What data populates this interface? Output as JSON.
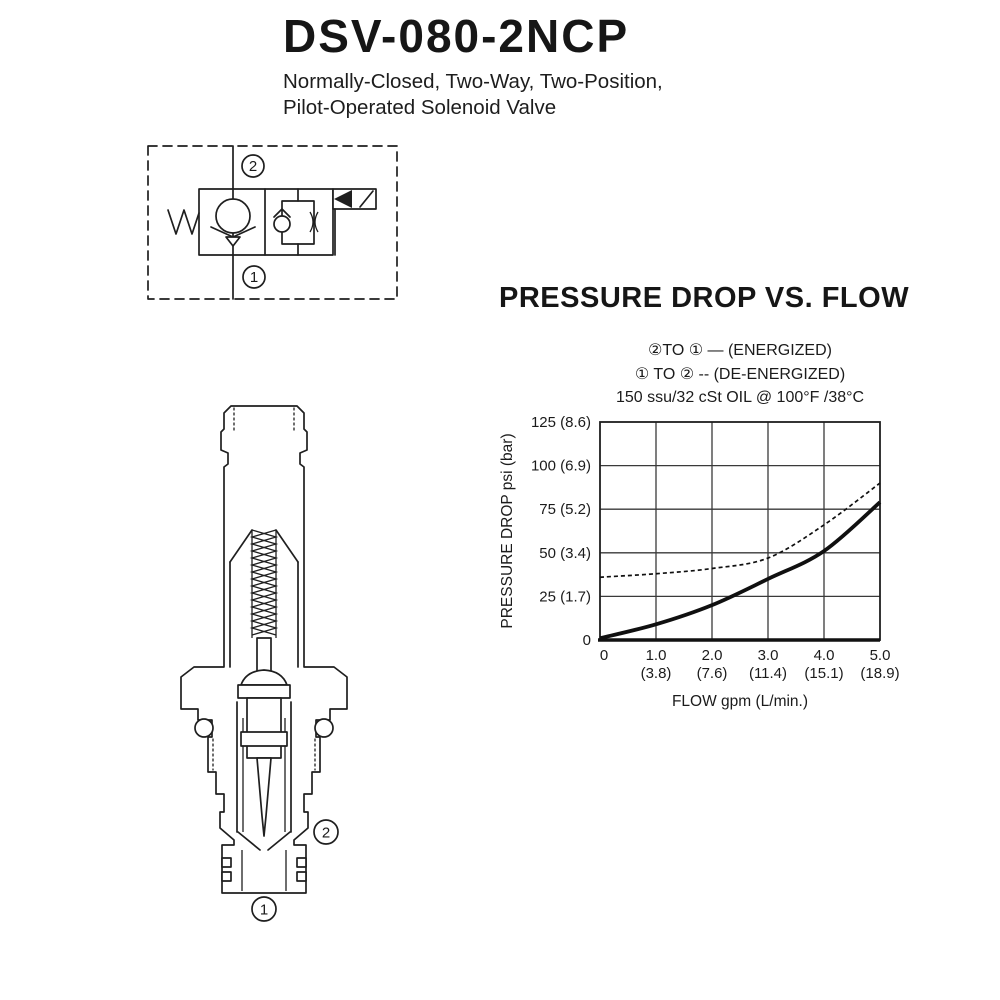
{
  "ink_color": "#1a1a1a",
  "header": {
    "model": "DSV-080-2NCP",
    "subtitle_line1": "Normally-Closed, Two-Way, Two-Position,",
    "subtitle_line2": "Pilot-Operated Solenoid Valve"
  },
  "schematic": {
    "port_top": "2",
    "port_bottom": "1"
  },
  "cross_section": {
    "port_side": "2",
    "port_bottom": "1"
  },
  "chart": {
    "title": "PRESSURE DROP VS. FLOW",
    "legend_line1": "②TO ① — (ENERGIZED)",
    "legend_line2": "① TO ② -- (DE-ENERGIZED)",
    "legend_line3": "150 ssu/32 cSt OIL @ 100°F /38°C"
  },
  "chart_data": {
    "type": "line",
    "title": "PRESSURE DROP VS. FLOW",
    "xlabel": "FLOW gpm (L/min.)",
    "ylabel": "PRESSURE DROP psi (bar)",
    "xlim": [
      0,
      5
    ],
    "ylim": [
      0,
      125
    ],
    "grid": true,
    "x": [
      0,
      1,
      2,
      3,
      4,
      5
    ],
    "x_tick_labels": [
      "0",
      "1.0",
      "2.0",
      "3.0",
      "4.0",
      "5.0"
    ],
    "x_tick_sublabels": [
      "",
      "(3.8)",
      "(7.6)",
      "(11.4)",
      "(15.1)",
      "(18.9)"
    ],
    "y_ticks": [
      0,
      25,
      50,
      75,
      100,
      125
    ],
    "y_tick_labels": [
      "0",
      "25 (1.7)",
      "50 (3.4)",
      "75 (5.2)",
      "100 (6.9)",
      "125 (8.6)"
    ],
    "series": [
      {
        "name": "2 to 1 (ENERGIZED)",
        "style": "solid",
        "values": [
          1,
          9,
          20,
          35,
          51,
          79
        ]
      },
      {
        "name": "1 to 2 (DE-ENERGIZED)",
        "style": "dashed",
        "values": [
          36,
          38,
          41,
          47,
          66,
          90
        ]
      }
    ],
    "legend_position": "top"
  }
}
